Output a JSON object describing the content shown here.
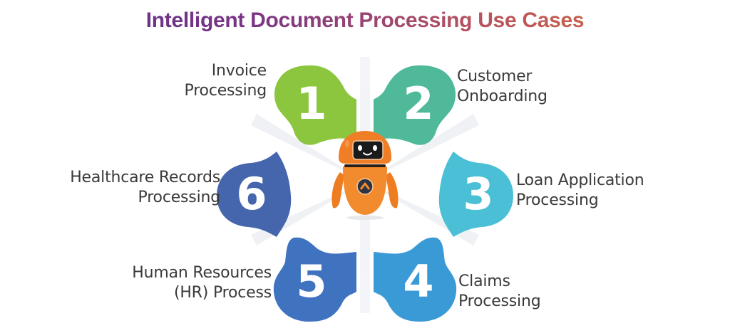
{
  "title": "Intelligent Document Processing Use Cases",
  "colors": {
    "title_start": "#5a2f8f",
    "title_end": "#e0733a",
    "petal_1": "#8cc63f",
    "petal_2": "#4fb99a",
    "petal_3": "#4bbfd6",
    "petal_4": "#3a9ad6",
    "petal_5": "#3f73bf",
    "petal_6": "#4566ad",
    "robot_body": "#f07e26",
    "label_text": "#3a3a3a"
  },
  "center": {
    "icon": "robot-mascot-icon"
  },
  "use_cases": [
    {
      "number": "1",
      "line1": "Invoice",
      "line2": "Processing"
    },
    {
      "number": "2",
      "line1": "Customer",
      "line2": "Onboarding"
    },
    {
      "number": "3",
      "line1": "Loan Application",
      "line2": "Processing"
    },
    {
      "number": "4",
      "line1": "Claims",
      "line2": "Processing"
    },
    {
      "number": "5",
      "line1": "Human Resources",
      "line2": "(HR) Process"
    },
    {
      "number": "6",
      "line1": "Healthcare Records",
      "line2": "Processing"
    }
  ]
}
